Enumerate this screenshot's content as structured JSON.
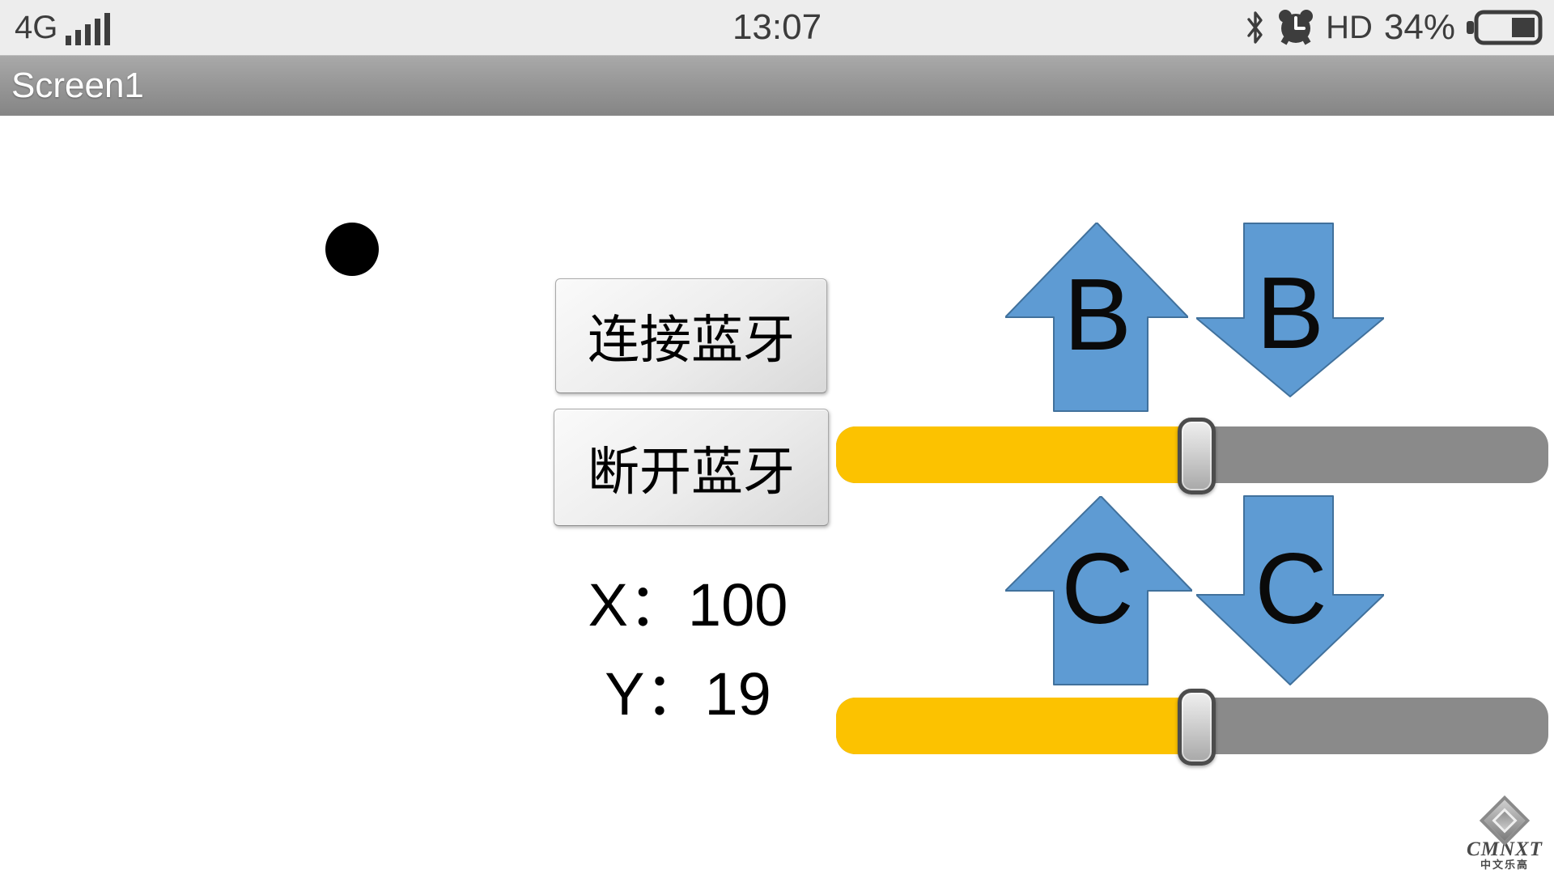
{
  "status_bar": {
    "network_label": "4G",
    "time": "13:07",
    "hd_label": "HD",
    "battery_label": "34%"
  },
  "title_bar": {
    "title": "Screen1"
  },
  "main": {
    "connect_button": "连接蓝牙",
    "disconnect_button": "断开蓝牙",
    "x_readout": "X：100",
    "y_readout": "Y：19"
  },
  "arrows": {
    "b_up": "B",
    "b_down": "B",
    "c_up": "C",
    "c_down": "C"
  },
  "sliders": [
    {
      "name": "slider-b",
      "fill_percent": 50.2
    },
    {
      "name": "slider-c",
      "fill_percent": 50.2
    }
  ],
  "watermark": {
    "brand": "CMNXT",
    "subtitle": "中文乐高"
  },
  "colors": {
    "arrow_fill": "#5e9bd3",
    "arrow_border": "#41719c",
    "slider_fill": "#fcc200",
    "slider_track": "#8a8a8a",
    "status_bar_bg": "#ededed",
    "ball": "#000000"
  }
}
